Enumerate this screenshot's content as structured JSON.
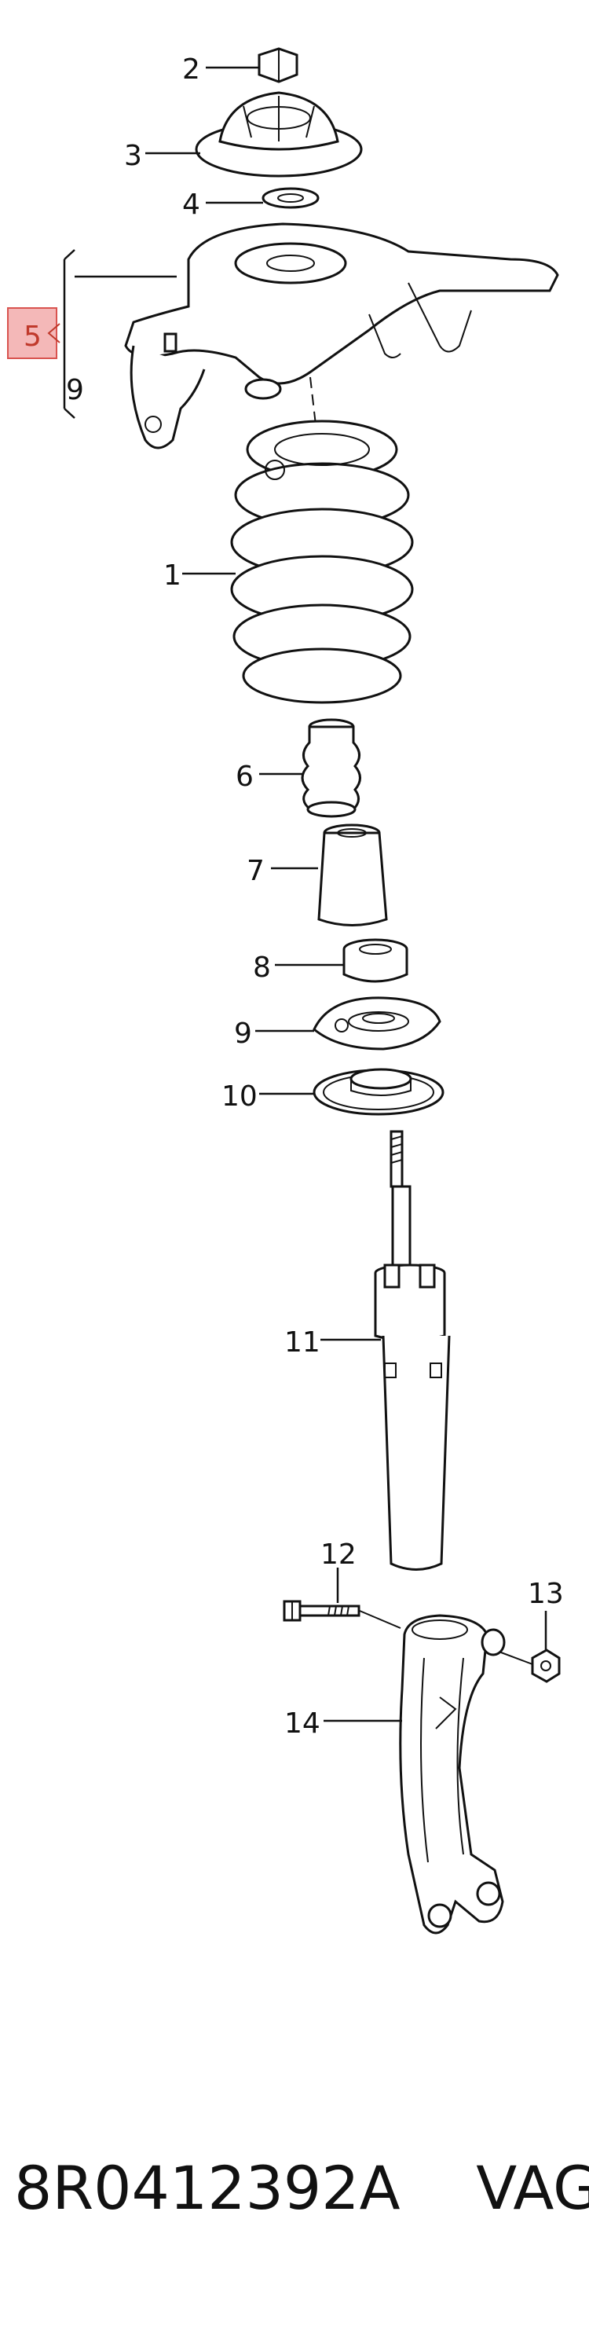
{
  "callouts": {
    "c1": "1",
    "c2": "2",
    "c3": "3",
    "c4": "4",
    "c5": "5",
    "c6": "6",
    "c7": "7",
    "c8": "8",
    "c9a": "9",
    "c9b": "9",
    "c10": "10",
    "c11": "11",
    "c12": "12",
    "c13": "13",
    "c14": "14"
  },
  "footer": {
    "part_number": "8R0412392A",
    "brand": "VAG"
  },
  "colors": {
    "highlight_box": "#f4b8b8",
    "highlight_stroke": "#d9534f"
  }
}
